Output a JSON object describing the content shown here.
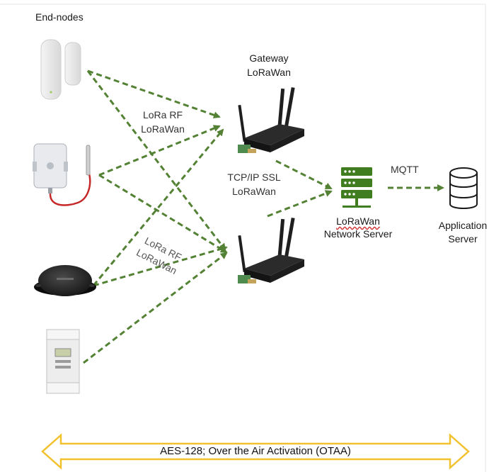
{
  "end_nodes_title": "End-nodes",
  "gateway_title_line1": "Gateway",
  "gateway_title_line2": "LoRaWan",
  "rf_label_top_line1": "LoRa RF",
  "rf_label_top_line2": "LoRaWan",
  "rf_label_rotated_line1": "LoRa RF",
  "rf_label_rotated_line2": "LoRaWan",
  "tcp_label_line1": "TCP/IP SSL",
  "tcp_label_line2": "LoRaWan",
  "mqtt_label": "MQTT",
  "network_server_line1": "LoRaWan",
  "network_server_line2": "Network Server",
  "app_server_line1": "Application",
  "app_server_line2": "Server",
  "banner_text": "AES-128; Over the Air Activation  (OTAA)",
  "colors": {
    "arrow_green": "#548235",
    "server_icon_green": "#3f7d20",
    "banner_yellow": "#f2c12e",
    "gateway_dark": "#1f1f1f"
  }
}
